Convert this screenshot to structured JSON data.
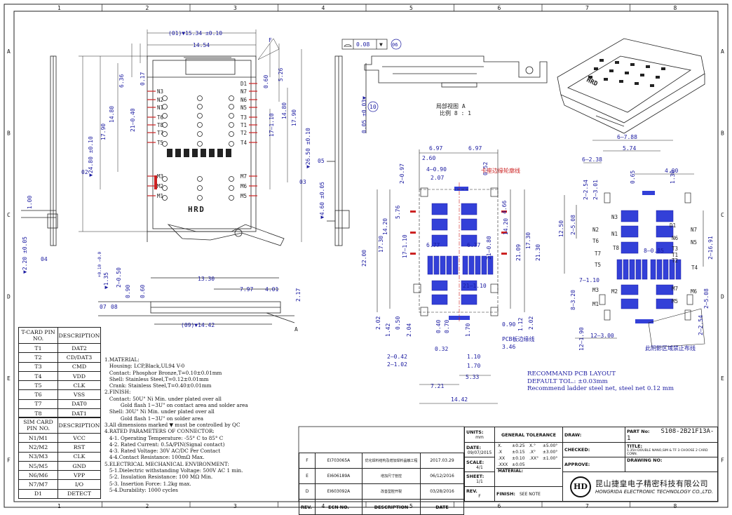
{
  "frame": {
    "cols": [
      "1",
      "2",
      "3",
      "4",
      "5",
      "6",
      "7",
      "8"
    ],
    "rows": [
      "A",
      "B",
      "C",
      "D",
      "E",
      "F"
    ]
  },
  "dims": {
    "d01": "(01)▼15.34 ±0.10",
    "d1454": "14.54",
    "f_label": "F",
    "flat": "0.08",
    "flat_ref": "06",
    "d636": "6.36",
    "d017": "0.17",
    "d1480": "14.80",
    "d1790": "17.90",
    "d2480": "▼24.80 ±0.10",
    "c02": "02",
    "d2140": "21–0.40",
    "d060": "0.60",
    "d526": "5.26",
    "d1710": "17–1.10",
    "d1480r": "14.80",
    "d1790r": "17.90",
    "d2650": "▼26.50 ±0.10",
    "c03": "03",
    "d460": "▼4.60 ±0.05",
    "c05": "05",
    "d005": "0.05 ±0.03▼",
    "c10": "10",
    "detail_a": "局部视图 A",
    "scale_a": "比例 8 : 1",
    "d100": "1.00",
    "d220": "▼2.20 ±0.05",
    "c04": "04",
    "d1330": "13.30",
    "d797": "7.97",
    "d401": "4.01",
    "d217": "2.17",
    "d090": "0.90",
    "d060b": "0.60",
    "d20050": "2–0.50",
    "d135": "▼1.35",
    "d020": "+0.10 −0.0",
    "d1442": "(09)▼14.42",
    "lead_a": "A",
    "c07": "07",
    "c08": "08",
    "hrd": "HRD"
  },
  "pins_left": [
    "N3",
    "N2",
    "N1",
    "T6",
    "T8",
    "T7",
    "T5",
    "M3",
    "M2",
    "M1"
  ],
  "pins_right": [
    "D1",
    "N7",
    "N6",
    "N5",
    "T3",
    "T1",
    "T2",
    "T4",
    "M7",
    "M6",
    "M5"
  ],
  "pcb": {
    "d697a": "6.97",
    "d697b": "6.97",
    "d260": "2.60",
    "d4090": "4–0.90",
    "d207": "2.07",
    "d052": "0.52",
    "d2097": "2–0.97",
    "edge_note": "卡座边缘轮廓线",
    "d576": "5.76",
    "d1420": "14.20",
    "d1730": "17.30",
    "d2200": "22.00",
    "d17110": "17–1.10",
    "d677a": "6.77",
    "d677b": "6.77",
    "d21080": "21–0.80",
    "d466": "4.66",
    "d1420r": "14.20",
    "d1730r": "17.30",
    "d2109": "21.09",
    "d2130": "21.30",
    "d21110": "21–1.10",
    "d202": "2.02",
    "d142": "1.42",
    "d050": "0.50",
    "d204": "2.04",
    "d040": "0.40",
    "d070": "0.70",
    "d170": "1.70",
    "d090": "0.90",
    "d112": "1.12",
    "d202r": "2.02",
    "d032": "0.32",
    "pcb_note": "PCB板边缘线",
    "d346": "3.46",
    "d2042": "2–0.42",
    "d2102": "2–1.02",
    "d110": "1.10",
    "d170b": "1.70",
    "d533": "5.33",
    "d721": "7.21",
    "d1442": "14.42"
  },
  "pcb2": {
    "d688": "6–7.88",
    "d574": "5.74",
    "d6238": "6–2.38",
    "d400": "4.00",
    "d2254": "2–2.54",
    "d2301": "2–3.01",
    "d065": "0.65",
    "d130": "1.30",
    "d1250": "12.50",
    "d2508": "2–5.08",
    "d21691": "2–16.91",
    "d885": "8–0.85",
    "d7110": "7–1.10",
    "d8320": "8–3.20",
    "d2508b": "2–5.08",
    "d2254b": "2–2.54",
    "d12190": "12–1.90",
    "d12300": "12–3.00",
    "shadow_note": "此阴影区域禁止布线",
    "labels_left": [
      "N3",
      "N2",
      "N1",
      "T6",
      "T7",
      "T8",
      "T5",
      "M3",
      "M2",
      "M1"
    ],
    "labels_right": [
      "D1",
      "N7",
      "N6",
      "N5",
      "T3",
      "T1",
      "T2",
      "T4",
      "M7",
      "M6",
      "M5"
    ]
  },
  "pcb_layout": {
    "l1": "RECOMMAND PCB LAYOUT",
    "l2": "DEFAULT TOL.: ±0.03mm",
    "l3": "Recommend ladder steel net, steel net 0.12 mm"
  },
  "tcard": {
    "head1": "T-CARD PIN NO.",
    "head2": "DESCRIPTION",
    "rows": [
      [
        "T1",
        "DAT2"
      ],
      [
        "T2",
        "CD/DAT3"
      ],
      [
        "T3",
        "CMD"
      ],
      [
        "T4",
        "VDD"
      ],
      [
        "T5",
        "CLK"
      ],
      [
        "T6",
        "VSS"
      ],
      [
        "T7",
        "DAT0"
      ],
      [
        "T8",
        "DAT1"
      ]
    ]
  },
  "simcard": {
    "head1": "SIM CARD PIN NO.",
    "head2": "DESCRIPTION",
    "rows": [
      [
        "N1/M1",
        "VCC"
      ],
      [
        "N2/M2",
        "RST"
      ],
      [
        "N3/M3",
        "CLK"
      ],
      [
        "N5/M5",
        "GND"
      ],
      [
        "N6/M6",
        "VPP"
      ],
      [
        "N7/M7",
        "I/O"
      ],
      [
        "D1",
        "DETECT"
      ]
    ]
  },
  "notes": "1.MATERIAL:\n   Housing: LCP,Black,UL94 V-0\n   Contact: Phosphor Bronze,T=0.10±0.01mm\n   Shell: Stainless Steel,T=0.12±0.01mm\n   Crank: Stainless Steel,T=0.40±0.01mm\n2.FINISH:\n   Contact: 50U\" Ni Min. under plated over all\n          Gold flash 1~3U\" on contact area and solder area\n   Shell: 30U\" Ni Min. under plated over all\n          Gold flash 1~3U\" on solder area\n3.All dimensions marked ▼ must be controlled by QC\n4.RATED PARAMETERS OF CONNECTOR:\n   4-1. Operating Temperature: -55° C to 85° C\n   4-2. Rated Current: 0.5A/PIN(Signal contact)\n   4-3. Rated Voltage: 30V AC/DC Per Contact\n   4-4.Contact Resistance: 100mΩ Max.\n5.ELECTRICAL MECHANICAL ENVIRONMENT:\n   5-1.Dielectric withstanding Voltage: 500V AC 1 min.\n   5-2. Insulation Resistance: 100 MΩ Min.\n   5-3. Insertion Force: 1.2kg max.\n   5-4.Durability: 1000 cycles",
  "revisions": [
    {
      "rev": "F",
      "ecn": "EI703065A",
      "desc": "优化焊料结构及增加焊料晶触工程",
      "date": "2017.03.29"
    },
    {
      "rev": "E",
      "ecn": "EI606189A",
      "desc": "增加尺寸管控",
      "date": "06/12/2016"
    },
    {
      "rev": "D",
      "ecn": "EI603092A",
      "desc": "改善型腔开裂",
      "date": "03/28/2016"
    }
  ],
  "rev_headers": {
    "rev": "REV.",
    "ecn": "ECN NO.",
    "desc": "DESCRIPTION",
    "date": "DATE"
  },
  "titleblock": {
    "units_l": "UNITS:",
    "units_v": "mm",
    "date_l": "DATE:",
    "date_v": "09/07/2015",
    "scale_l": "SCALE:",
    "scale_v": "4/1",
    "sheet_l": "SHEET:",
    "sheet_v": "1/1",
    "rev_l": "REV.",
    "rev_v": "F",
    "gt": "GENERAL TOLERANCE",
    "tol": [
      [
        "X.",
        "±0.25",
        "X.°",
        "±5.00°"
      ],
      [
        ".X",
        "±0.15",
        ".X°",
        "±3.00°"
      ],
      [
        ".XX",
        "±0.10",
        ".XX°",
        "±1.00°"
      ],
      [
        ".XXX",
        "±0.05",
        "",
        ""
      ]
    ],
    "material_l": "MATERIAL:",
    "finish_l": "FINISH:",
    "finish_v": "SEE NOTE",
    "draw_l": "DRAW:",
    "checked_l": "CHECKED:",
    "approve_l": "APPROVE:",
    "part_l": "PART No:",
    "part_v": "S108-2B21F13A-1",
    "title_l": "TITLE:",
    "title_v": "1.35H DOUBLE NANO,SIM & TF 3 CHOOSE 2 CARD CONN.",
    "drawing_l": "DRAWING NO:",
    "company_cn": "昆山捷皇电子精密科技有限公司",
    "company_en": "HONGRIDA ELECTRONIC TECHNOLOGY CO.,LTD.",
    "logo": "HD"
  }
}
